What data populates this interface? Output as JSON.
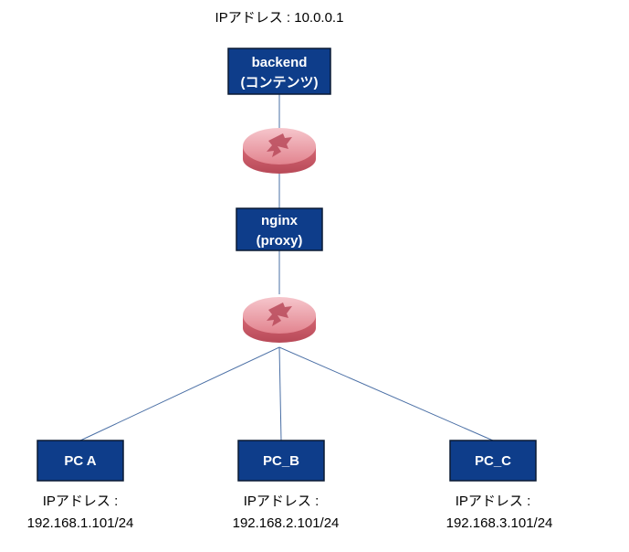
{
  "colors": {
    "box_fill": "#0e3d8a",
    "box_border": "#0a1a33",
    "link": "#4a6fa5",
    "router": "#d9707e"
  },
  "backend": {
    "ip_label": "IPアドレス : 10.0.0.1",
    "line1": "backend",
    "line2": "(コンテンツ)"
  },
  "proxy": {
    "line1": "nginx",
    "line2": "(proxy)"
  },
  "routers": {
    "icon": "router-icon"
  },
  "clients": [
    {
      "label": "PC A",
      "ip_heading": "IPアドレス :",
      "ip": "192.168.1.101/24"
    },
    {
      "label": "PC_B",
      "ip_heading": "IPアドレス :",
      "ip": "192.168.2.101/24"
    },
    {
      "label": "PC_C",
      "ip_heading": "IPアドレス :",
      "ip": "192.168.3.101/24"
    }
  ]
}
